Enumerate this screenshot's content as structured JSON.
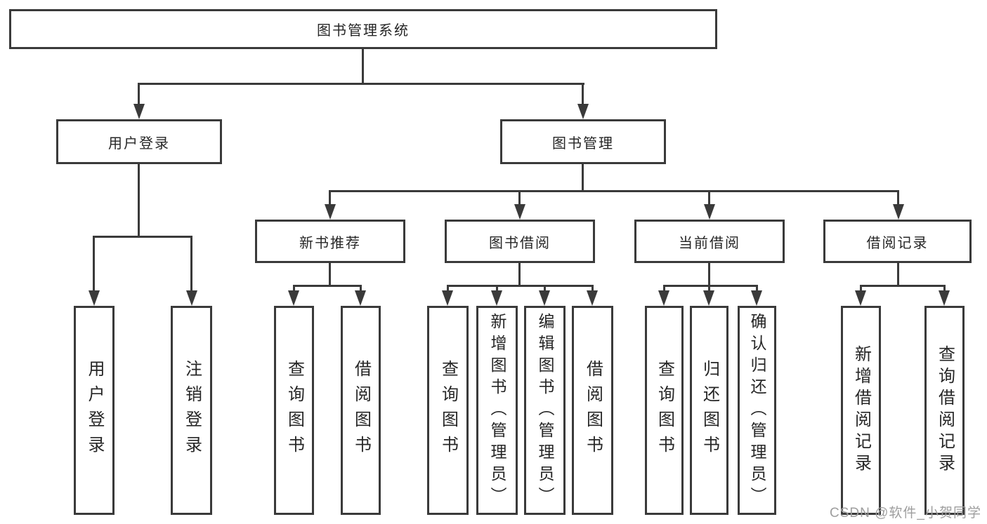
{
  "diagram": {
    "root": {
      "label": "图书管理系统"
    },
    "level1": [
      {
        "label": "用户登录"
      },
      {
        "label": "图书管理"
      }
    ],
    "level2": [
      {
        "label": "新书推荐"
      },
      {
        "label": "图书借阅"
      },
      {
        "label": "当前借阅"
      },
      {
        "label": "借阅记录"
      }
    ],
    "leaves": {
      "user_login": [
        "用户登录",
        "注销登录"
      ],
      "new_books": [
        "查询图书",
        "借阅图书"
      ],
      "book_borrow": [
        "查询图书",
        "新增图书（管理员）",
        "编辑图书（管理员）",
        "借阅图书"
      ],
      "current_borrow": [
        "查询图书",
        "归还图书",
        "确认归还（管理员）"
      ],
      "borrow_records": [
        "新增借阅记录",
        "查询借阅记录"
      ]
    }
  },
  "watermark": {
    "text": "CSDN @软件_小贺同学"
  },
  "colors": {
    "line": "#3a3a3a",
    "box_border": "#3a3a3a",
    "box_background": "#ffffff",
    "text": "#262626",
    "watermark_text": "#9e9e9e",
    "page_background": "#ffffff"
  }
}
